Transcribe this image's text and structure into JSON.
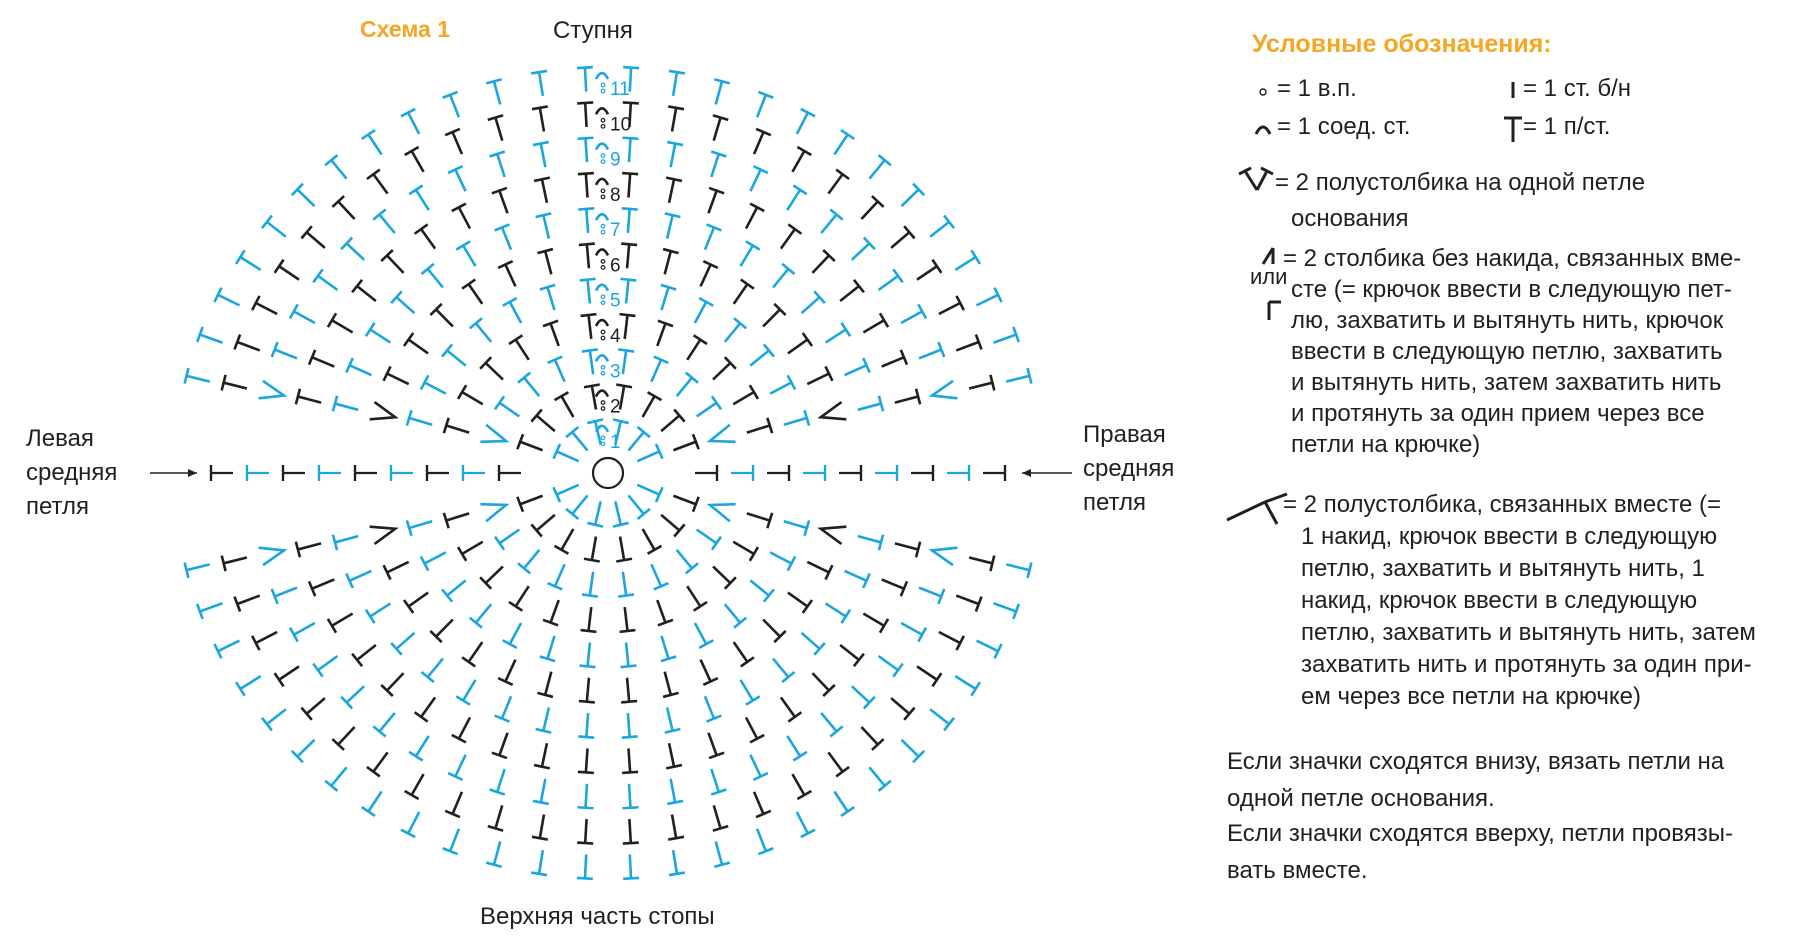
{
  "diagram": {
    "title": "Схема 1",
    "top_label": "Ступня",
    "bottom_label": "Верхняя часть стопы",
    "left_label": [
      "Левая",
      "средняя",
      "петля"
    ],
    "right_label": [
      "Правая",
      "средняя",
      "петля"
    ],
    "round_numbers": [
      "1",
      "2",
      "3",
      "4",
      "5",
      "6",
      "7",
      "8",
      "9",
      "10",
      "11"
    ],
    "colors": {
      "blue": "#1ba6de",
      "black": "#231f20",
      "accent": "#f5a623"
    }
  },
  "legend": {
    "title": "Условные обозначения:",
    "items": [
      {
        "icon": "chain-stitch-icon",
        "text": "= 1 в.п."
      },
      {
        "icon": "single-crochet-icon",
        "text": "= 1 ст. б/н"
      },
      {
        "icon": "slip-stitch-icon",
        "text": "= 1 соед. ст."
      },
      {
        "icon": "half-double-crochet-icon",
        "text": "= 1 п/ст."
      }
    ],
    "increase_hdc": [
      "= 2 полустолбика на одной петле",
      "основания"
    ],
    "or_word": "или",
    "decrease_sc": [
      "= 2 столбика без накида, связанных вме-",
      "сте (= крючок ввести в следующую пет-",
      "лю, захватить и вытянуть нить, крючок",
      "ввести в следующую петлю, захватить",
      "и вытянуть нить, затем захватить нить",
      "и протянуть за один прием через все",
      "петли на крючке)"
    ],
    "decrease_hdc": [
      "= 2 полустолбика, связанных вместе (=",
      "1 накид, крючок ввести в следующую",
      "петлю, захватить и вытянуть нить, 1",
      "накид, крючок ввести в следующую",
      "петлю, захватить и вытянуть нить, затем",
      "захватить нить и протянуть за один при-",
      "ем через все петли на крючке)"
    ],
    "note_bottom": [
      "Если значки сходятся внизу, вязать петли на",
      "одной петле основания."
    ],
    "note_top": [
      "Если значки сходятся вверху, петли провязы-",
      "вать вместе."
    ]
  }
}
